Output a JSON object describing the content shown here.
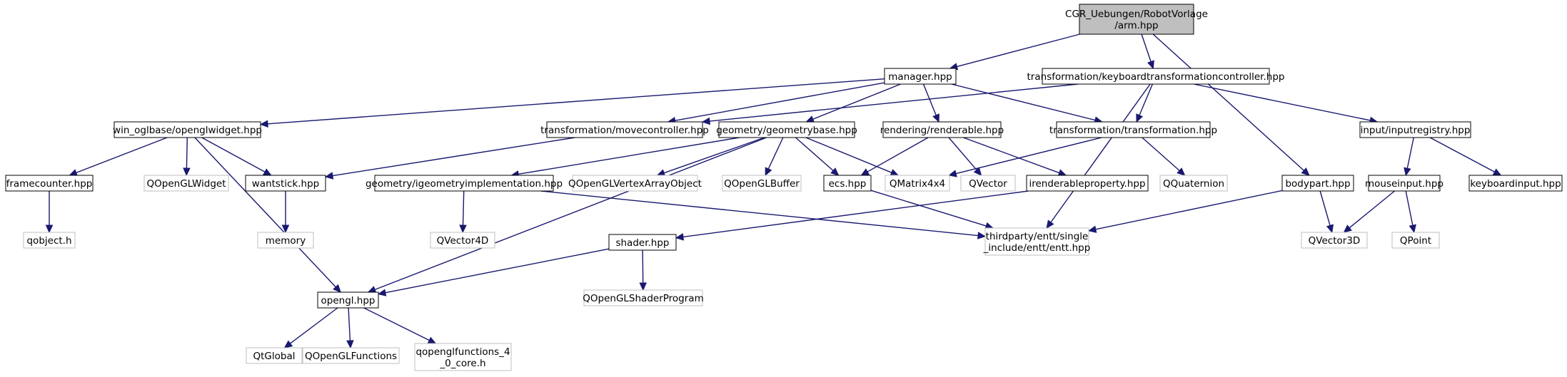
{
  "colors": {
    "edge": "#191970",
    "root_fill": "#bfbfbf",
    "node_border": "#000000",
    "external_border": "#bfbfbf",
    "background": "#ffffff"
  },
  "nodes": [
    {
      "id": "root",
      "kind": "root",
      "lines": [
        "CGR_Uebungen/RobotVorlage",
        "/arm.hpp"
      ]
    },
    {
      "id": "manager",
      "kind": "file",
      "lines": [
        "manager.hpp"
      ]
    },
    {
      "id": "ktc",
      "kind": "file",
      "lines": [
        "transformation/keyboardtransformationcontroller.hpp"
      ]
    },
    {
      "id": "oglw",
      "kind": "file",
      "lines": [
        "win_oglbase/openglwidget.hpp"
      ]
    },
    {
      "id": "movec",
      "kind": "file",
      "lines": [
        "transformation/movecontroller.hpp"
      ]
    },
    {
      "id": "geombase",
      "kind": "file",
      "lines": [
        "geometry/geometrybase.hpp"
      ]
    },
    {
      "id": "renderable",
      "kind": "file",
      "lines": [
        "rendering/renderable.hpp"
      ]
    },
    {
      "id": "transf",
      "kind": "file",
      "lines": [
        "transformation/transformation.hpp"
      ]
    },
    {
      "id": "inputreg",
      "kind": "file",
      "lines": [
        "input/inputregistry.hpp"
      ]
    },
    {
      "id": "framecounter",
      "kind": "file",
      "lines": [
        "framecounter.hpp"
      ]
    },
    {
      "id": "qoglwidget",
      "kind": "external",
      "lines": [
        "QOpenGLWidget"
      ]
    },
    {
      "id": "wantstick",
      "kind": "file",
      "lines": [
        "wantstick.hpp"
      ]
    },
    {
      "id": "igeomimpl",
      "kind": "file",
      "lines": [
        "geometry/igeometryimplementation.hpp"
      ]
    },
    {
      "id": "qvao",
      "kind": "external",
      "lines": [
        "QOpenGLVertexArrayObject"
      ]
    },
    {
      "id": "qbuffer",
      "kind": "external",
      "lines": [
        "QOpenGLBuffer"
      ]
    },
    {
      "id": "ecs",
      "kind": "file",
      "lines": [
        "ecs.hpp"
      ]
    },
    {
      "id": "qmatrix",
      "kind": "external",
      "lines": [
        "QMatrix4x4"
      ]
    },
    {
      "id": "qvector",
      "kind": "external",
      "lines": [
        "QVector"
      ]
    },
    {
      "id": "irendprop",
      "kind": "file",
      "lines": [
        "irenderableproperty.hpp"
      ]
    },
    {
      "id": "qquat",
      "kind": "external",
      "lines": [
        "QQuaternion"
      ]
    },
    {
      "id": "bodypart",
      "kind": "file",
      "lines": [
        "bodypart.hpp"
      ]
    },
    {
      "id": "mouseinput",
      "kind": "file",
      "lines": [
        "mouseinput.hpp"
      ]
    },
    {
      "id": "kbinput",
      "kind": "file",
      "lines": [
        "keyboardinput.hpp"
      ]
    },
    {
      "id": "qobject",
      "kind": "external",
      "lines": [
        "qobject.h"
      ]
    },
    {
      "id": "memory",
      "kind": "external",
      "lines": [
        "memory"
      ]
    },
    {
      "id": "qvector4d",
      "kind": "external",
      "lines": [
        "QVector4D"
      ]
    },
    {
      "id": "entt",
      "kind": "external",
      "lines": [
        "thirdparty/entt/single",
        "_include/entt/entt.hpp"
      ]
    },
    {
      "id": "qvector3d",
      "kind": "external",
      "lines": [
        "QVector3D"
      ]
    },
    {
      "id": "qpoint",
      "kind": "external",
      "lines": [
        "QPoint"
      ]
    },
    {
      "id": "shader",
      "kind": "file",
      "lines": [
        "shader.hpp"
      ]
    },
    {
      "id": "qshaderprog",
      "kind": "external",
      "lines": [
        "QOpenGLShaderProgram"
      ]
    },
    {
      "id": "opengl",
      "kind": "file",
      "lines": [
        "opengl.hpp"
      ]
    },
    {
      "id": "qtglobal",
      "kind": "external",
      "lines": [
        "QtGlobal"
      ]
    },
    {
      "id": "qoglfunctions",
      "kind": "external",
      "lines": [
        "QOpenGLFunctions"
      ]
    },
    {
      "id": "qoglfunc40",
      "kind": "external",
      "lines": [
        "qopenglfunctions_4",
        "_0_core.h"
      ]
    }
  ],
  "edges": [
    [
      "root",
      "manager"
    ],
    [
      "root",
      "ktc"
    ],
    [
      "root",
      "bodypart"
    ],
    [
      "manager",
      "oglw"
    ],
    [
      "manager",
      "movec"
    ],
    [
      "manager",
      "geombase"
    ],
    [
      "manager",
      "renderable"
    ],
    [
      "manager",
      "transf"
    ],
    [
      "ktc",
      "movec"
    ],
    [
      "ktc",
      "transf"
    ],
    [
      "ktc",
      "inputreg"
    ],
    [
      "ktc",
      "entt"
    ],
    [
      "oglw",
      "framecounter"
    ],
    [
      "oglw",
      "qoglwidget"
    ],
    [
      "oglw",
      "wantstick"
    ],
    [
      "oglw",
      "opengl"
    ],
    [
      "movec",
      "wantstick"
    ],
    [
      "geombase",
      "igeomimpl"
    ],
    [
      "geombase",
      "qvao"
    ],
    [
      "geombase",
      "qbuffer"
    ],
    [
      "geombase",
      "ecs"
    ],
    [
      "geombase",
      "qmatrix"
    ],
    [
      "geombase",
      "opengl"
    ],
    [
      "renderable",
      "ecs"
    ],
    [
      "renderable",
      "qvector"
    ],
    [
      "renderable",
      "irendprop"
    ],
    [
      "transf",
      "qmatrix"
    ],
    [
      "transf",
      "qquat"
    ],
    [
      "inputreg",
      "mouseinput"
    ],
    [
      "inputreg",
      "kbinput"
    ],
    [
      "framecounter",
      "qobject"
    ],
    [
      "wantstick",
      "memory"
    ],
    [
      "igeomimpl",
      "qvector4d"
    ],
    [
      "igeomimpl",
      "entt"
    ],
    [
      "ecs",
      "entt"
    ],
    [
      "irendprop",
      "shader"
    ],
    [
      "bodypart",
      "entt"
    ],
    [
      "bodypart",
      "qvector3d"
    ],
    [
      "mouseinput",
      "qvector3d"
    ],
    [
      "mouseinput",
      "qpoint"
    ],
    [
      "shader",
      "opengl"
    ],
    [
      "shader",
      "qshaderprog"
    ],
    [
      "opengl",
      "qtglobal"
    ],
    [
      "opengl",
      "qoglfunctions"
    ],
    [
      "opengl",
      "qoglfunc40"
    ]
  ]
}
